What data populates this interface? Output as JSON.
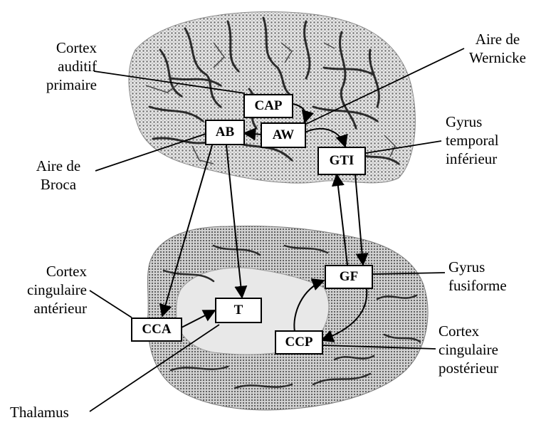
{
  "colors": {
    "tissue": "#bdbdbd",
    "tissue_light": "#e2e2e2",
    "sulcus": "#2b2b2b",
    "line": "#000000",
    "box_fill": "#ffffff"
  },
  "nodes": {
    "cap": "CAP",
    "ab": "AB",
    "aw": "AW",
    "gti": "GTI",
    "gf": "GF",
    "cca": "CCA",
    "t": "T",
    "ccp": "CCP"
  },
  "labels": {
    "cortex_auditif": [
      "Cortex",
      "auditif",
      "primaire"
    ],
    "aire_wernicke": [
      "Aire de",
      "Wernicke"
    ],
    "gyrus_temporal": [
      "Gyrus",
      "temporal",
      "inférieur"
    ],
    "aire_broca": [
      "Aire de",
      "Broca"
    ],
    "cortex_cingulaire_anterieur": [
      "Cortex",
      "cingulaire",
      "antérieur"
    ],
    "gyrus_fusiforme": [
      "Gyrus",
      "fusiforme"
    ],
    "cortex_cingulaire_posterieur": [
      "Cortex",
      "cingulaire",
      "postérieur"
    ],
    "thalamus": "Thalamus"
  }
}
